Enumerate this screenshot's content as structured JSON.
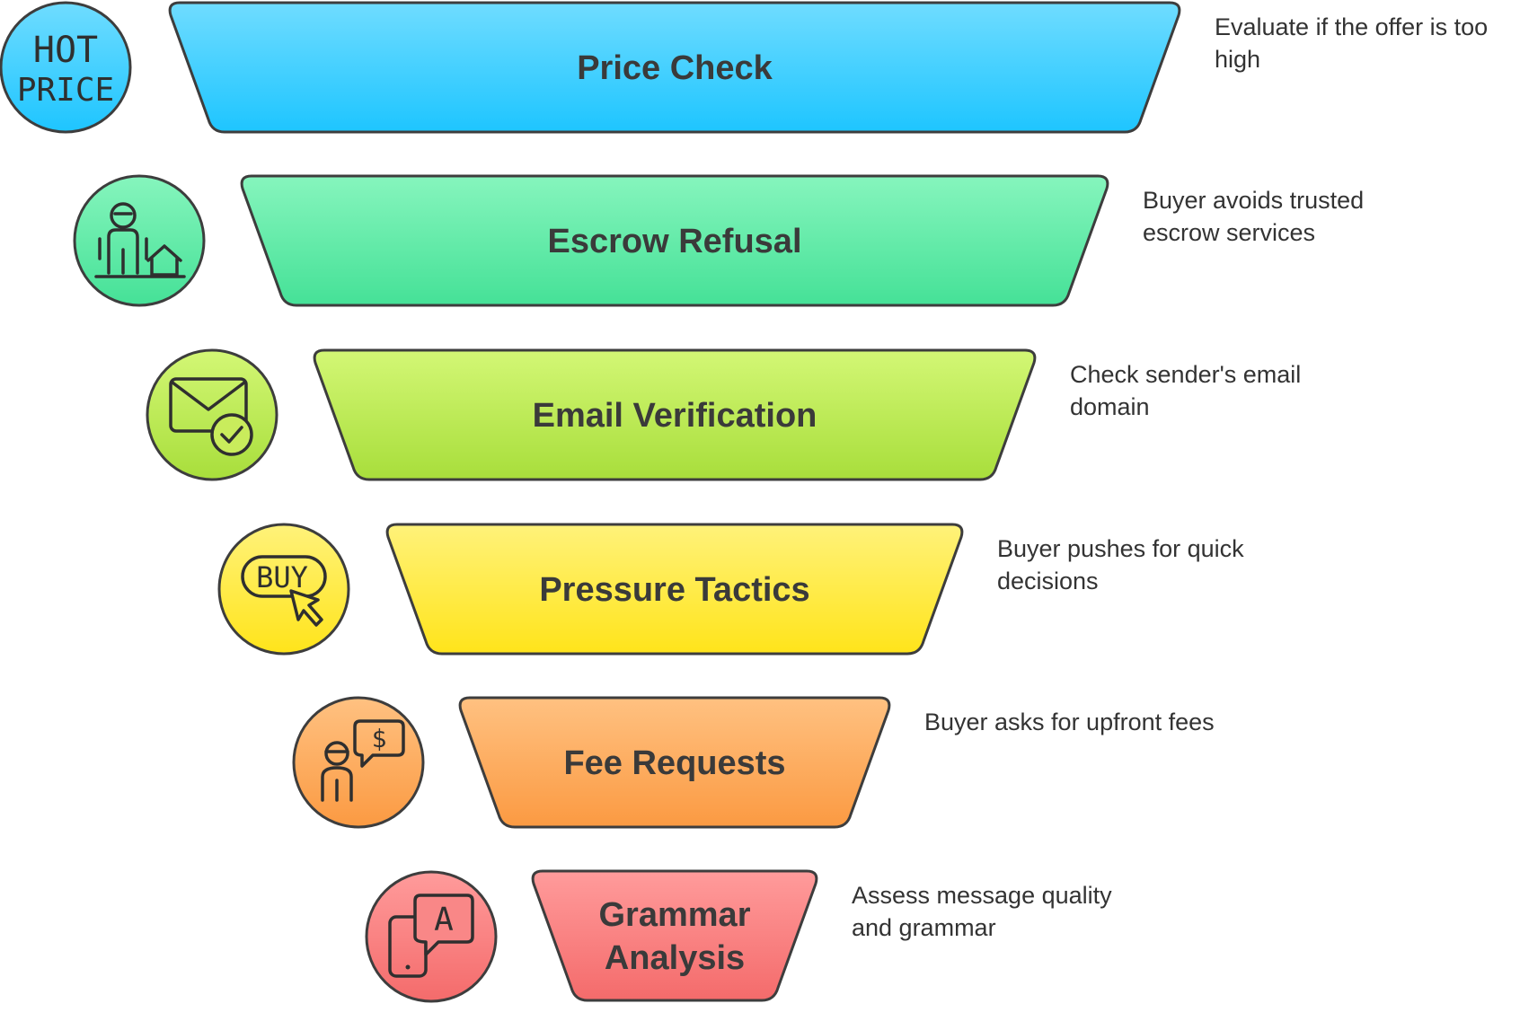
{
  "stages": [
    {
      "label": "Price Check",
      "description": "Evaluate if the offer is too high",
      "icon": "hot-price-icon",
      "icon_text": [
        "HOT",
        "PRICE"
      ],
      "colors": {
        "top": "#6fdcff",
        "bottom": "#1ec5ff"
      }
    },
    {
      "label": "Escrow Refusal",
      "description": "Buyer avoids trusted escrow services",
      "icon": "person-house-icon",
      "colors": {
        "top": "#86f5bd",
        "bottom": "#45e197"
      }
    },
    {
      "label": "Email Verification",
      "description": "Check sender's email domain",
      "icon": "email-check-icon",
      "colors": {
        "top": "#d3f775",
        "bottom": "#a8de3b"
      }
    },
    {
      "label": "Pressure Tactics",
      "description": "Buyer pushes for quick decisions",
      "icon": "buy-cursor-icon",
      "icon_text": [
        "BUY"
      ],
      "colors": {
        "top": "#fff27a",
        "bottom": "#ffe41a"
      }
    },
    {
      "label": "Fee Requests",
      "description": "Buyer asks for upfront fees",
      "icon": "person-money-chat-icon",
      "colors": {
        "top": "#ffc181",
        "bottom": "#fb9a42"
      }
    },
    {
      "label": "Grammar Analysis",
      "label_lines": [
        "Grammar",
        "Analysis"
      ],
      "description": "Assess message quality and grammar",
      "icon": "phone-letter-chat-icon",
      "icon_text": [
        "A"
      ],
      "colors": {
        "top": "#ff9b9b",
        "bottom": "#f46b6b"
      }
    }
  ]
}
